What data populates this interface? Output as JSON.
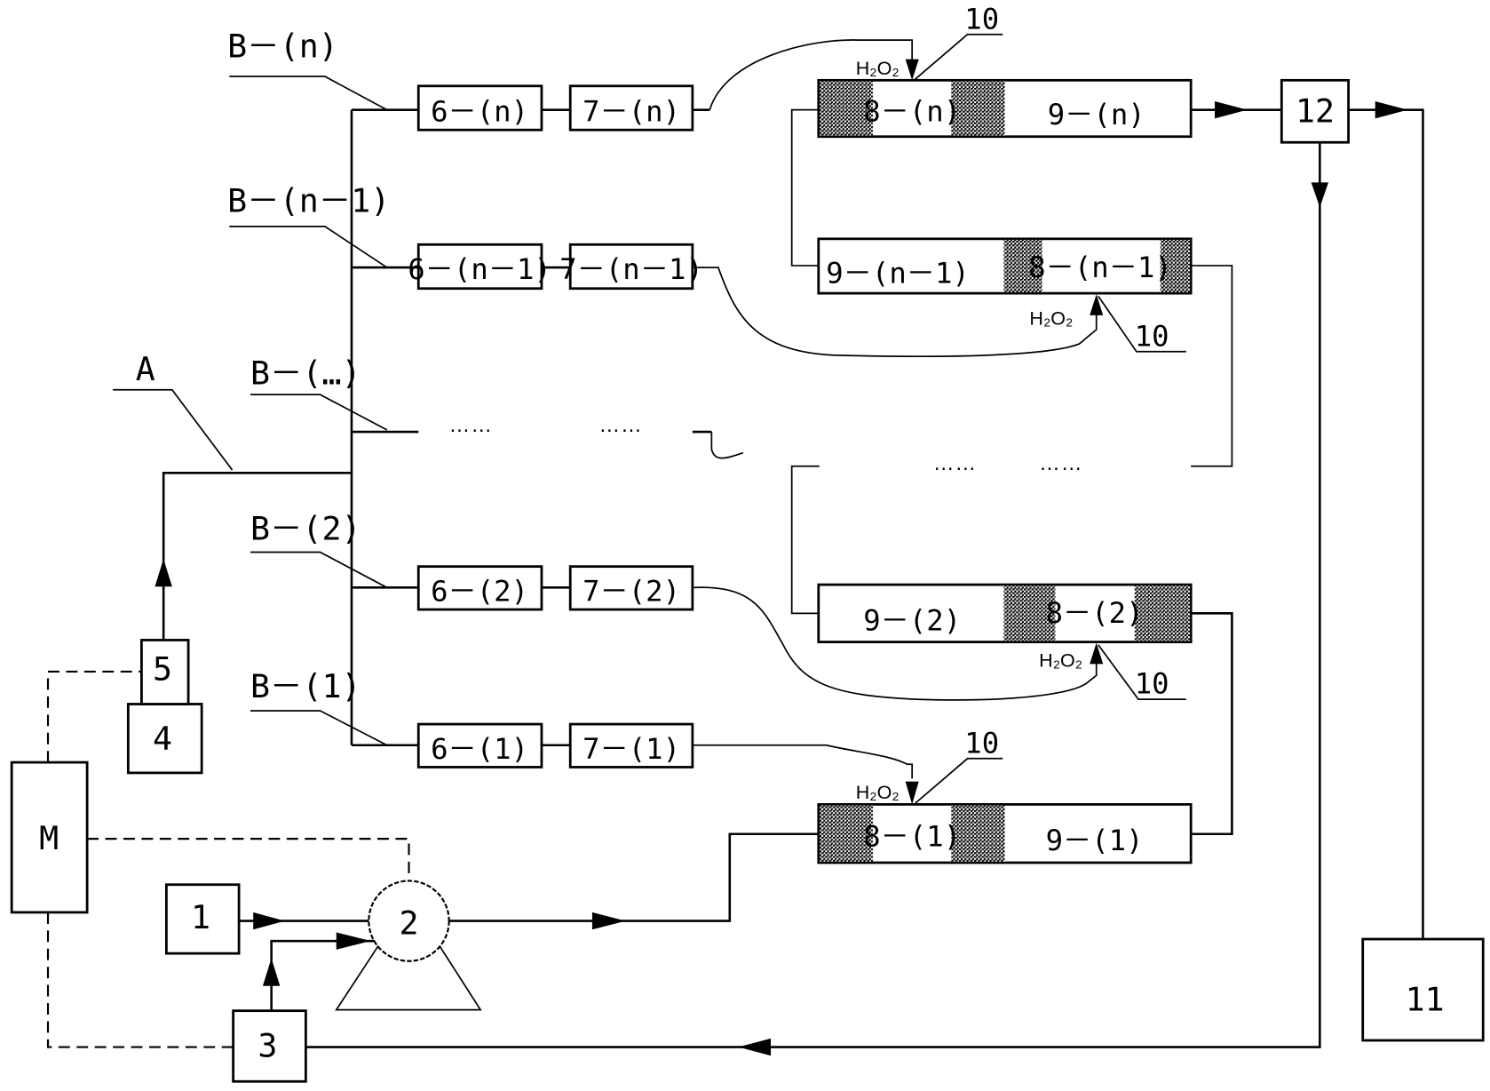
{
  "diagram": {
    "type": "process-flow-schematic",
    "colors": {
      "line": "#000000",
      "background": "#ffffff",
      "catalyst_fill": "#1a1a1a"
    },
    "labels": {
      "trunk": "A",
      "branch_n": "B－(n)",
      "branch_n1": "B－(n－1)",
      "branch_dots": "B－(…)",
      "branch_2": "B－(2)",
      "branch_1": "B－(1)",
      "leader_10": "10",
      "h2o2": "H₂O₂",
      "ellipsis": "……"
    },
    "units": {
      "u1": "1",
      "u2": "2",
      "u3": "3",
      "u4": "4",
      "u5": "5",
      "m": "M",
      "u11": "11",
      "u12": "12"
    },
    "branches": [
      {
        "id": "n",
        "u6": "6－(n)",
        "u7": "7－(n)",
        "u8": "8－(n)",
        "u9": "9－(n)"
      },
      {
        "id": "n-1",
        "u6": "6－(n－1)",
        "u7": "7－(n－1)",
        "u8": "8－(n－1)",
        "u9": "9－(n－1)"
      },
      {
        "id": "2",
        "u6": "6－(2)",
        "u7": "7－(2)",
        "u8": "8－(2)",
        "u9": "9－(2)"
      },
      {
        "id": "1",
        "u6": "6－(1)",
        "u7": "7－(1)",
        "u8": "8－(1)",
        "u9": "9－(1)"
      }
    ]
  }
}
